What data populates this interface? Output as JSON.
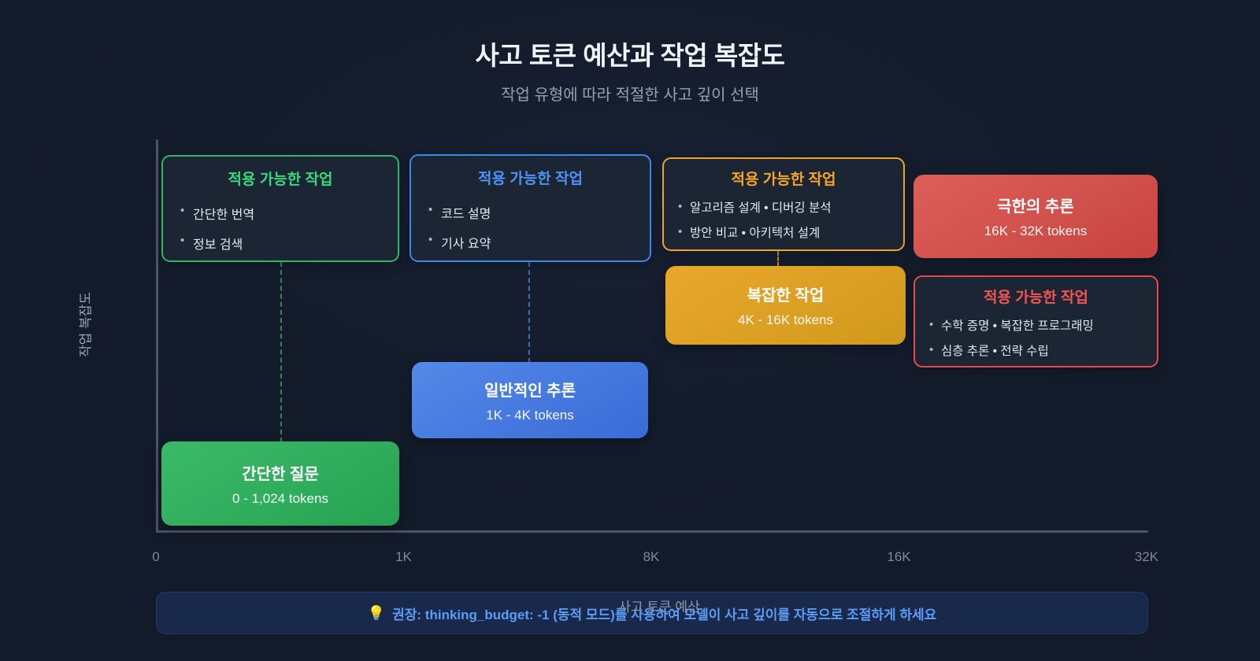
{
  "header": {
    "title": "사고 토큰 예산과 작업 복잡도",
    "subtitle": "작업 유형에 따라 적절한 사고 깊이 선택"
  },
  "axes": {
    "y_label": "작업 복잡도",
    "x_label": "사고 토큰 예산",
    "x_ticks": [
      "0",
      "1K",
      "8K",
      "16K",
      "32K"
    ]
  },
  "levels": [
    {
      "name": "simple",
      "color": "#22c55e",
      "box": {
        "title": "간단한 질문",
        "range": "0 - 1,024 tokens"
      },
      "tasks": {
        "title": "적용 가능한 작업",
        "items": [
          "간단한 번역",
          "정보 검색"
        ]
      }
    },
    {
      "name": "general",
      "color": "#3b82f6",
      "box": {
        "title": "일반적인 추론",
        "range": "1K - 4K tokens"
      },
      "tasks": {
        "title": "적용 가능한 작업",
        "items": [
          "코드 설명",
          "기사 요약"
        ]
      }
    },
    {
      "name": "complex",
      "color": "#f59e0b",
      "box": {
        "title": "복잡한 작업",
        "range": "4K - 16K tokens"
      },
      "tasks": {
        "title": "적용 가능한 작업",
        "items": [
          "알고리즘 설계 • 디버깅 분석",
          "방안 비교 • 아키텍처 설계"
        ]
      }
    },
    {
      "name": "extreme",
      "color": "#ef4444",
      "box": {
        "title": "극한의 추론",
        "range": "16K - 32K tokens"
      },
      "tasks": {
        "title": "적용 가능한 작업",
        "items": [
          "수학 증명 • 복잡한 프로그래밍",
          "심층 추론 • 전략 수립"
        ]
      }
    }
  ],
  "note": {
    "icon": "💡",
    "text": "권장: thinking_budget: -1 (동적 모드)를 사용하여 모델이 사고 깊이를 자동으로 조절하게 하세요"
  }
}
